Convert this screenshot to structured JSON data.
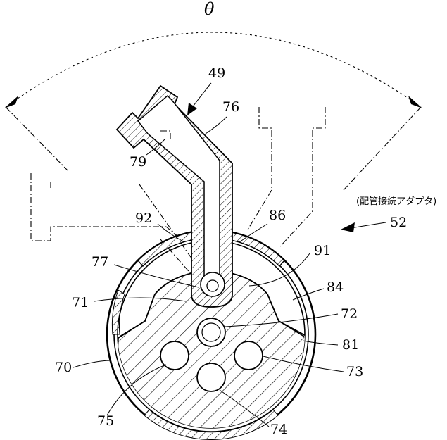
{
  "figure": {
    "angle_symbol": "θ",
    "adapter_caption": "(配管接続アダプタ)",
    "labels": {
      "l49": "49",
      "l76": "76",
      "l79": "79",
      "l92": "92",
      "l86": "86",
      "l52": "52",
      "l91": "91",
      "l77": "77",
      "l84": "84",
      "l71": "71",
      "l72": "72",
      "l81": "81",
      "l70": "70",
      "l73": "73",
      "l75": "75",
      "l74": "74"
    }
  }
}
